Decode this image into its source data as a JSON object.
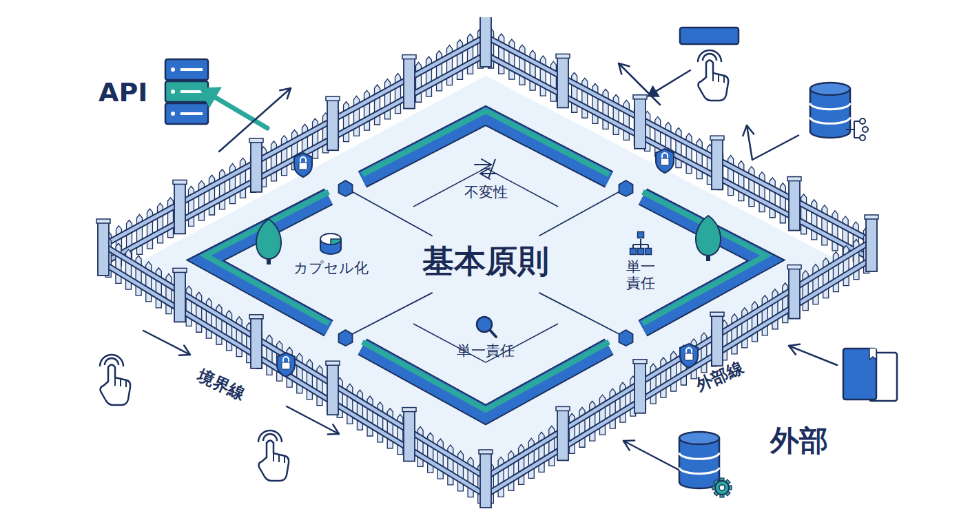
{
  "diagram": {
    "nodes": [
      {
        "text": [
          "基本原則"
        ]
      },
      {
        "text": [
          "不変性"
        ],
        "in": 0
      },
      {
        "text": [
          "カプセル化"
        ],
        "in": 0
      },
      {
        "text": [
          "単一 責任"
        ],
        "in": 0
      },
      {
        "text": [
          "単一責任"
        ],
        "in": 0
      }
    ],
    "labels": [
      "API",
      "境界線",
      "外部線",
      "外部"
    ]
  }
}
